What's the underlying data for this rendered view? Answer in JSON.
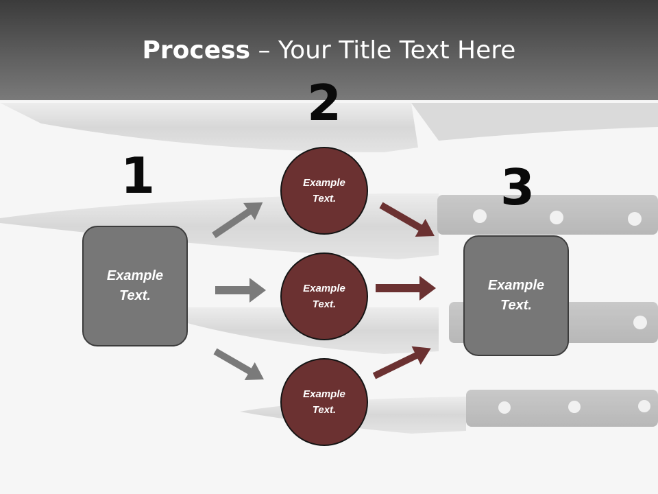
{
  "title": {
    "bold": "Process",
    "rest": " – Your Title Text Here"
  },
  "steps": {
    "one": "1",
    "two": "2",
    "three": "3"
  },
  "left_box": {
    "text": "Example\nText."
  },
  "right_box": {
    "text": "Example\nText."
  },
  "circles": [
    {
      "text": "Example\nText."
    },
    {
      "text": "Example\nText."
    },
    {
      "text": "Example\nText."
    }
  ],
  "colors": {
    "gray_arrow": "#7a7a7a",
    "red_arrow": "#6b3131",
    "box_fill": "#777777",
    "circle_fill": "#6b3131"
  },
  "icons": [
    "arrow-right-icon",
    "arrow-up-right-icon",
    "arrow-down-right-icon"
  ]
}
